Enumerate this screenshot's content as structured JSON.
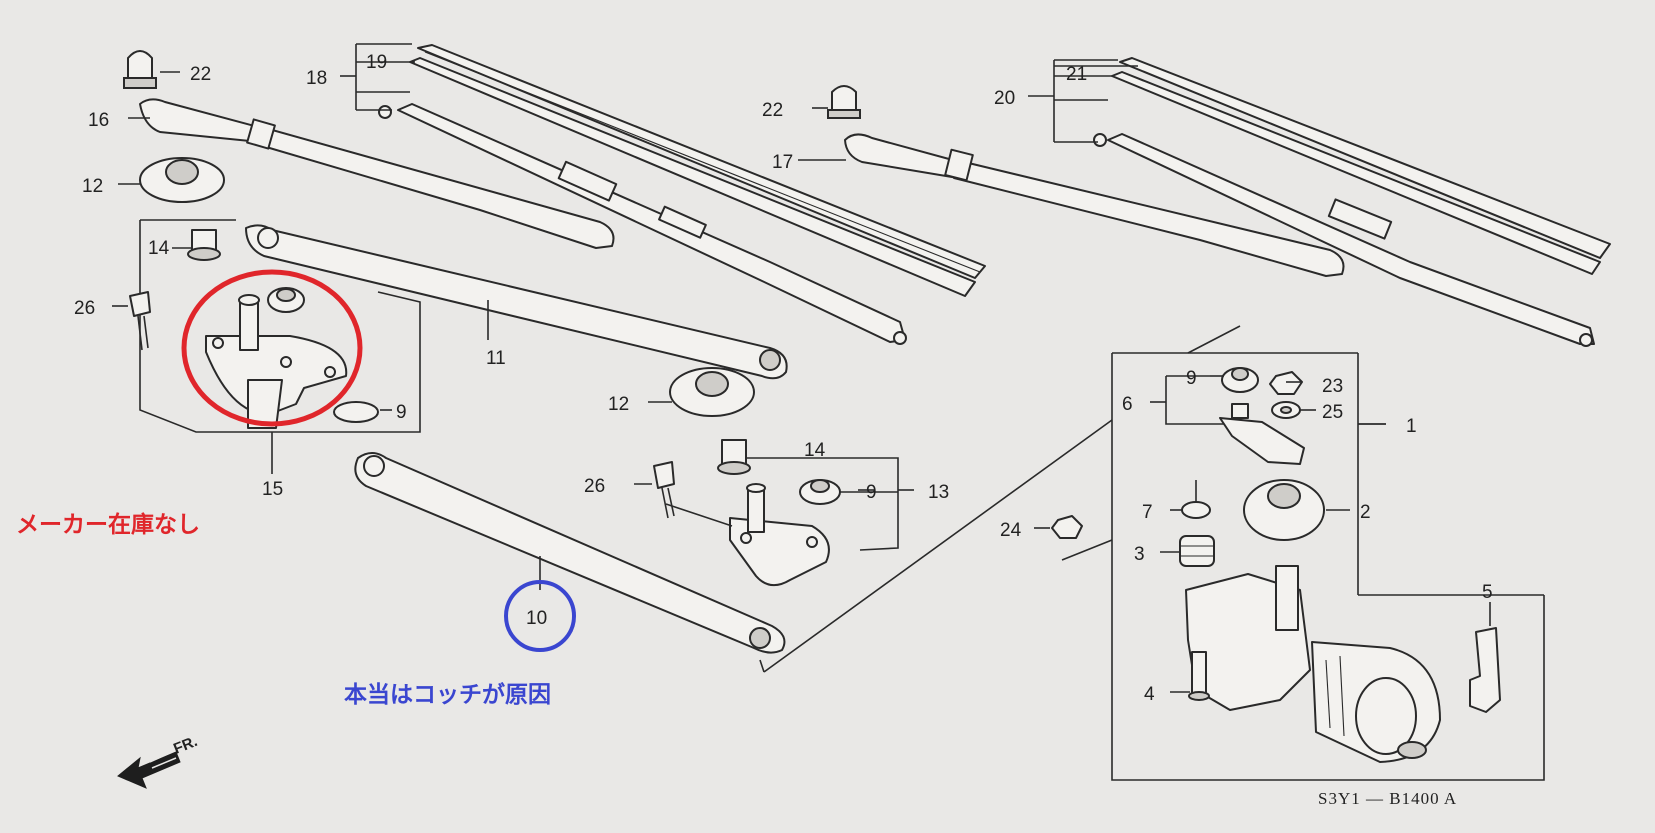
{
  "diagram": {
    "part_numbers": {
      "p1": "1",
      "p2": "2",
      "p3": "3",
      "p4": "4",
      "p5": "5",
      "p6": "6",
      "p7": "7",
      "p9a": "9",
      "p9b": "9",
      "p9c": "9",
      "p10": "10",
      "p11": "11",
      "p12a": "12",
      "p12b": "12",
      "p13": "13",
      "p14a": "14",
      "p14b": "14",
      "p15": "15",
      "p16": "16",
      "p17": "17",
      "p18": "18",
      "p19": "19",
      "p20": "20",
      "p21": "21",
      "p22a": "22",
      "p22b": "22",
      "p23": "23",
      "p24": "24",
      "p25": "25",
      "p26a": "26",
      "p26b": "26"
    },
    "diagram_code": "S3Y1 — B1400 A",
    "direction_label": "FR."
  },
  "annotations": {
    "red_note": "メーカー在庫なし",
    "blue_note": "本当はコッチが原因",
    "red_circle_color": "#e0262b",
    "blue_circle_color": "#3a46d0"
  },
  "icons": {
    "direction_arrow": "front-direction-arrow-icon"
  }
}
